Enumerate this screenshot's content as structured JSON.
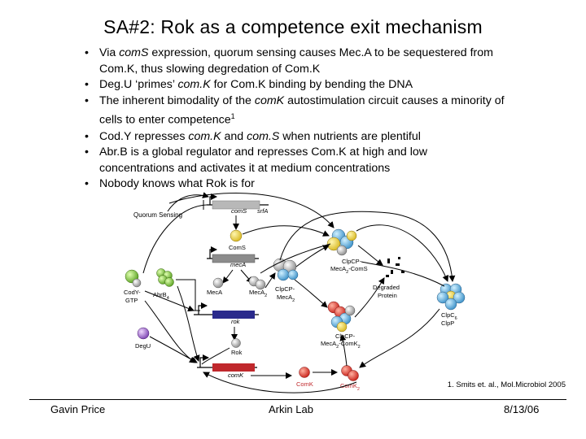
{
  "slide": {
    "title": "SA#2: Rok as a competence exit mechanism",
    "bullets": [
      {
        "parts": [
          {
            "t": "Via "
          },
          {
            "t": "comS",
            "i": true
          },
          {
            "t": " expression, quorum sensing causes Mec.A to be sequestered from Com.K, thus slowing degredation of Com.K"
          }
        ]
      },
      {
        "parts": [
          {
            "t": "Deg.U ‘primes’ "
          },
          {
            "t": "com.K",
            "i": true
          },
          {
            "t": " for Com.K binding by bending the DNA"
          }
        ]
      },
      {
        "parts": [
          {
            "t": "The inherent bimodality of the "
          },
          {
            "t": "comK",
            "i": true
          },
          {
            "t": " autostimulation circuit causes a minority of cells to enter competence"
          },
          {
            "t": "1",
            "sup": true
          }
        ]
      },
      {
        "parts": [
          {
            "t": "Cod.Y represses "
          },
          {
            "t": "com.K",
            "i": true
          },
          {
            "t": " and "
          },
          {
            "t": "com.S",
            "i": true
          },
          {
            "t": " when nutrients are plentiful"
          }
        ]
      },
      {
        "parts": [
          {
            "t": "Abr.B is a global regulator and represses Com.K at high and low concentrations and activates it at medium concentrations"
          }
        ]
      },
      {
        "parts": [
          {
            "t": "Nobody knows what Rok is for"
          }
        ]
      }
    ],
    "citation": "1. Smits et. al., Mol.Microbiol 2005",
    "footer": {
      "left": "Gavin Price",
      "center": "Arkin Lab",
      "right": "8/13/06"
    }
  },
  "diagram": {
    "labels": {
      "quorum_sensing": "Quorum Sensing",
      "coms_gene": "comS",
      "srfa_gene": "srfA",
      "coms_protein": "ComS",
      "meca_gene": "mecA",
      "meca_protein": "MecA",
      "meca2": "MecA",
      "meca2_sub": "2",
      "clpcp_meca2_coms_a": "ClpCP-",
      "clpcp_meca2_coms_b": "MecA",
      "clpcp_meca2_coms_b_sub": "2",
      "clpcp_meca2_coms_c": "-ComS",
      "clpcp_meca2_a": "ClpCP-",
      "clpcp_meca2_b": "MecA",
      "clpcp_meca2_b_sub": "2",
      "degraded_a": "Degraded",
      "degraded_b": "Protein",
      "clpc": "ClpC",
      "clpc_sub": "6",
      "clpp": "ClpP",
      "cody_a": "CodY-",
      "cody_b": "GTP",
      "abrb": "AbrB",
      "abrb_sub": "4",
      "rok_gene": "rok",
      "rok_protein": "Rok",
      "degu": "DegU",
      "comk_gene": "comK",
      "comk_protein": "ComK",
      "comk2": "ComK",
      "comk2_sub": "2",
      "clpcp_meca2_comk2_a": "ClpCP-",
      "clpcp_meca2_comk2_b": "MecA",
      "clpcp_meca2_comk2_b_sub": "2",
      "clpcp_meca2_comk2_c": "-ComK",
      "clpcp_meca2_comk2_c_sub": "2"
    },
    "colors": {
      "coms_gene": "#b8b8b8",
      "meca_gene": "#8c8c8c",
      "rok_gene": "#2a2a8c",
      "comk_gene": "#c0282c",
      "coms_protein": "#e8d040",
      "comk_protein": "#e03a2a",
      "meca_protein": "#a0a0a0",
      "abrb_protein": "#80c040",
      "degu_protein": "#9a70c8",
      "clpc_protein": "#60b0d8",
      "clpp_protein": "#e8c030"
    }
  }
}
